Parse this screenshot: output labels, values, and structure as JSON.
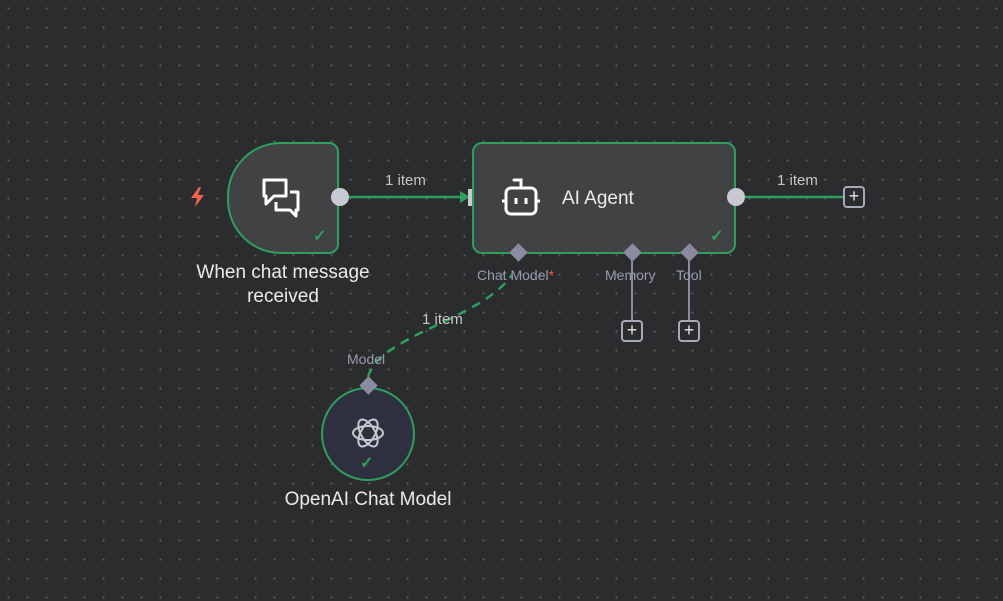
{
  "colors": {
    "canvas": "#2b2c2d",
    "node_border_success": "#2f9e5f",
    "node_bg": "#414244",
    "trigger_icon": "#ef6351"
  },
  "nodes": {
    "trigger": {
      "label_line1": "When chat message",
      "label_line2": "received",
      "icon": "chat-bubbles-icon",
      "status": "success"
    },
    "agent": {
      "label": "AI Agent",
      "icon": "robot-icon",
      "status": "success"
    },
    "openai": {
      "label": "OpenAI Chat Model",
      "icon": "openai-logo-icon",
      "status": "success"
    }
  },
  "ports": {
    "chat_model": "Chat Model",
    "required_mark": "*",
    "memory": "Memory",
    "tool": "Tool",
    "model": "Model"
  },
  "edges": {
    "trigger_to_agent": "1 item",
    "agent_output": "1 item",
    "model_to_agent": "1 item"
  },
  "buttons": {
    "plus": "+"
  },
  "trigger_badge": {
    "icon": "lightning-icon"
  }
}
